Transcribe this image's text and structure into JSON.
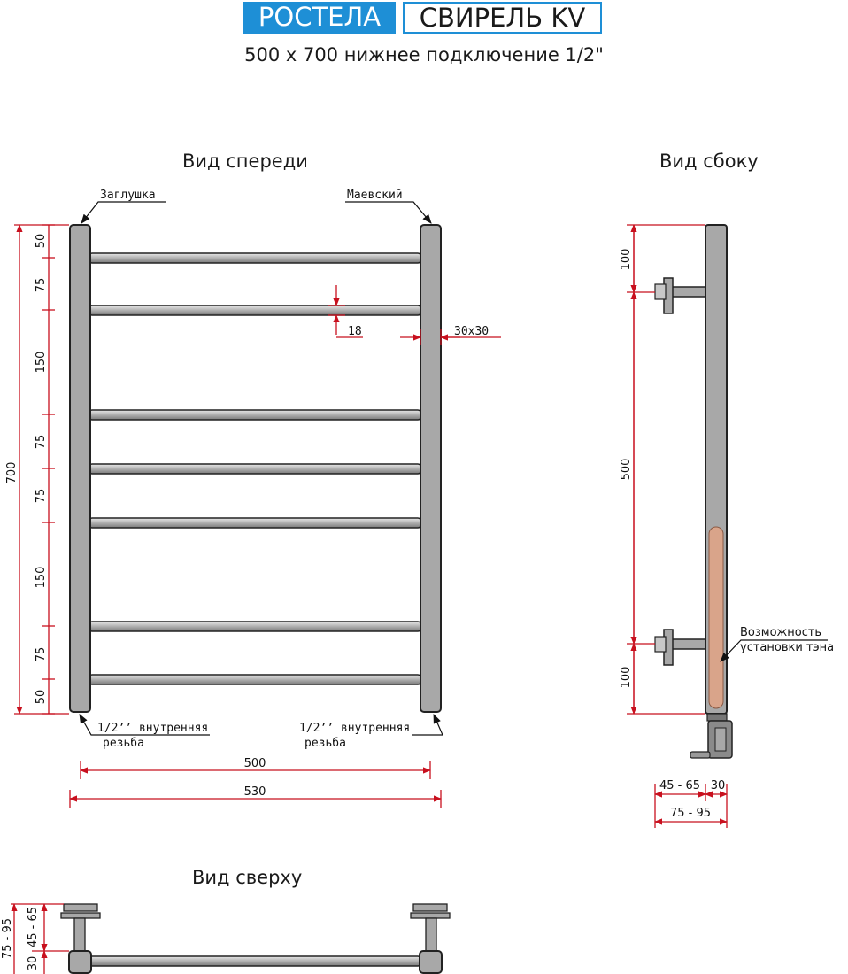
{
  "header": {
    "brand": "РОСТЕЛА",
    "model": "СВИРЕЛЬ KV",
    "subtitle": "500 x 700 нижнее подключение 1/2\""
  },
  "front_view": {
    "title": "Вид спереди",
    "callout_left": "Заглушка",
    "callout_right": "Маевский",
    "vertical_dims": [
      "50",
      "75",
      "150",
      "75",
      "75",
      "150",
      "75",
      "50"
    ],
    "height_total": "700",
    "rail_diameter": "18",
    "post_section": "30x30",
    "thread_note_left_1": "1/2’’ внутренняя",
    "thread_note_left_2": "резьба",
    "thread_note_right_1": "1/2’’ внутренняя",
    "thread_note_right_2": "резьба",
    "width_inner": "500",
    "width_outer": "530"
  },
  "side_view": {
    "title": "Вид сбоку",
    "dim_top": "100",
    "dim_middle": "500",
    "dim_bottom": "100",
    "heater_note_1": "Возможность",
    "heater_note_2": "установки тэна",
    "dim_offset": "45 - 65",
    "dim_post": "30",
    "dim_depth": "75 - 95"
  },
  "top_view": {
    "title": "Вид сверху",
    "dim_offset": "45 - 65",
    "dim_post": "30",
    "dim_depth": "75 - 95"
  },
  "colors": {
    "brand_blue": "#1e8fd6",
    "dimension_red": "#c8101e",
    "steel_gray": "#a8a8a8",
    "heater_copper": "#d9a48a"
  }
}
